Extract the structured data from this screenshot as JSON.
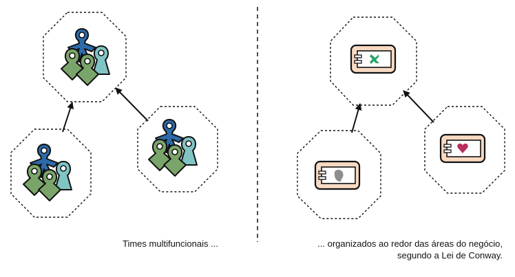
{
  "captions": {
    "left": "Times multifuncionais ...",
    "right_line1": "... organizados ao redor das áreas do negócio,",
    "right_line2": "segundo a Lei de Conway."
  },
  "colors": {
    "background": "#ffffff",
    "outline": "#111111",
    "person_blue": "#2d6aa8",
    "person_green": "#7aa56a",
    "person_teal": "#80c4c4",
    "component_fill": "#f8d9c2",
    "component_inner": "#ffffff",
    "glyph_green": "#2aa36a",
    "glyph_gray": "#8e8e8e",
    "glyph_heart": "#b8305a"
  },
  "icons": {
    "team": "team-people-icon",
    "component": "component-box-icon",
    "green_glyph": "x-glyph-icon",
    "gray_glyph": "blob-glyph-icon",
    "red_glyph": "heart-glyph-icon"
  }
}
